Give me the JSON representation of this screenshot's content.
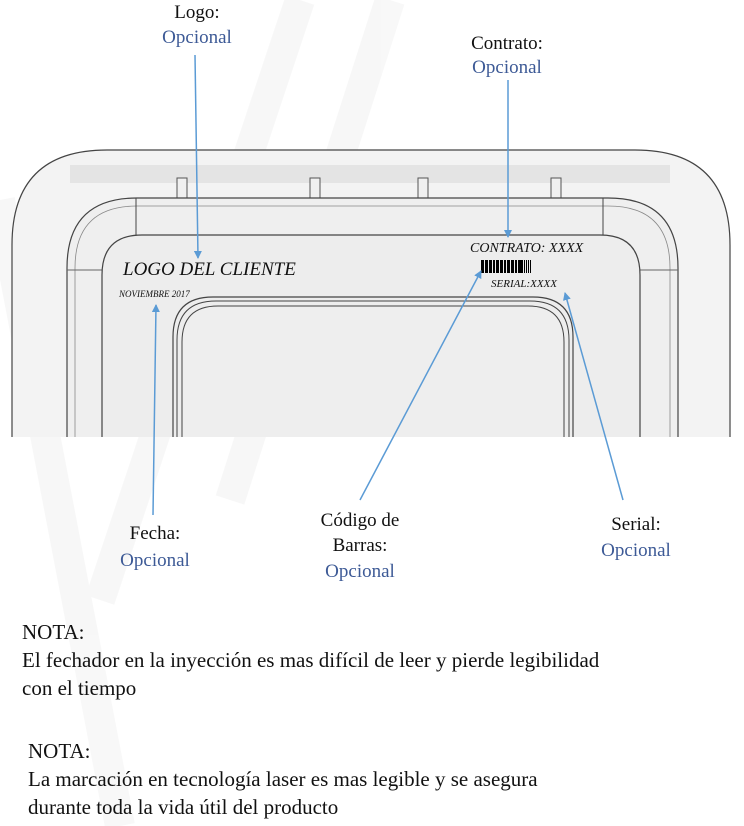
{
  "callouts": {
    "logo": {
      "label": "Logo:",
      "value": "Opcional"
    },
    "contrato": {
      "label": "Contrato:",
      "value": "Opcional"
    },
    "fecha": {
      "label": "Fecha:",
      "value": "Opcional"
    },
    "codigo": {
      "label_line1": "Código de",
      "label_line2": "Barras:",
      "value": "Opcional"
    },
    "serial": {
      "label": "Serial:",
      "value": "Opcional"
    }
  },
  "part_marking": {
    "logo_text": "LOGO DEL CLIENTE",
    "date_text": "NOVIEMBRE 2017",
    "contract_text": "CONTRATO: XXXX",
    "serial_text": "SERIAL:XXXX"
  },
  "notes": [
    {
      "title": "NOTA:",
      "lines": [
        "El fechador en la inyección es mas difícil de leer y pierde legibilidad",
        "con el tiempo"
      ]
    },
    {
      "title": "NOTA:",
      "lines": [
        "La marcación en tecnología laser es mas legible y se asegura",
        "durante toda la vida útil del producto"
      ]
    }
  ],
  "colors": {
    "arrow": "#5b9bd5",
    "optional_text": "#3d5a96",
    "part_fill": "#ececec"
  }
}
